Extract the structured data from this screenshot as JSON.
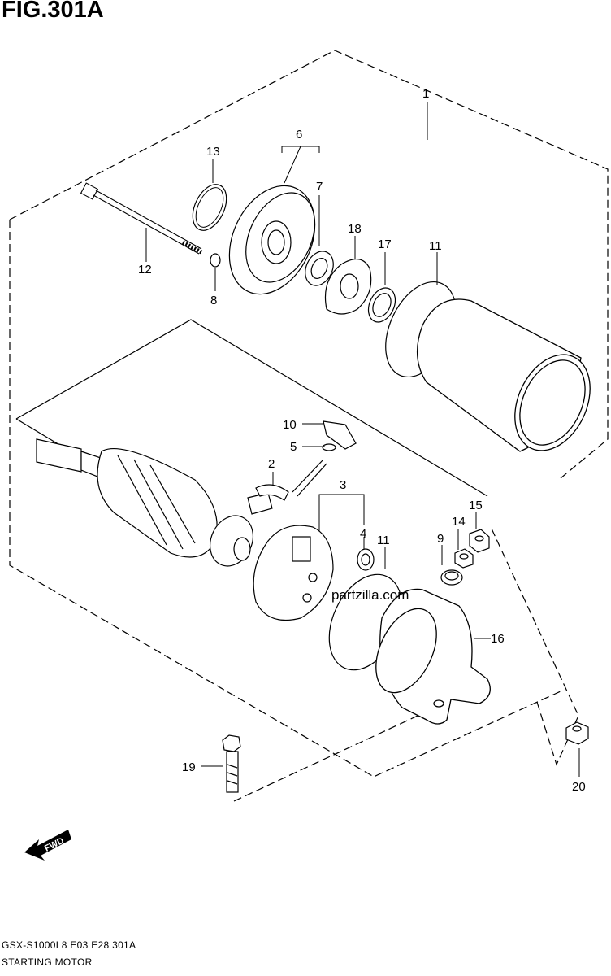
{
  "figure_title": "FIG.301A",
  "model_code": "GSX-S1000L8  E03  E28  301A",
  "caption": "STARTING MOTOR",
  "watermark": "partzilla.com",
  "fwd_label": "FWD",
  "parts": [
    {
      "ref": "1"
    },
    {
      "ref": "2"
    },
    {
      "ref": "3"
    },
    {
      "ref": "4"
    },
    {
      "ref": "5"
    },
    {
      "ref": "6"
    },
    {
      "ref": "7"
    },
    {
      "ref": "8"
    },
    {
      "ref": "9"
    },
    {
      "ref": "10"
    },
    {
      "ref": "11"
    },
    {
      "ref": "11"
    },
    {
      "ref": "12"
    },
    {
      "ref": "13"
    },
    {
      "ref": "14"
    },
    {
      "ref": "15"
    },
    {
      "ref": "16"
    },
    {
      "ref": "17"
    },
    {
      "ref": "18"
    },
    {
      "ref": "19"
    },
    {
      "ref": "20"
    }
  ]
}
